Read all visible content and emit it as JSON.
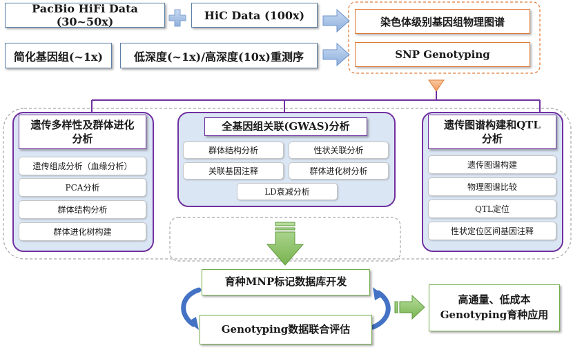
{
  "top_inputs": {
    "pacbio": "PacBio HiFi Data (30~50x)",
    "hic": "HiC Data (100x)",
    "simplified": "简化基因组(~1x)",
    "resequencing": "低深度(~1x)/高深度(10x)重测序"
  },
  "outputs": {
    "chromosome_map": "染色体级别基因组物理图谱",
    "snp": "SNP Genotyping"
  },
  "diversity": {
    "title": "遗传多样性及群体进化分析",
    "items": [
      "遗传组成分析（血缘分析）",
      "PCA分析",
      "群体结构分析",
      "群体进化树构建"
    ]
  },
  "gwas": {
    "title": "全基因组关联(GWAS)分析",
    "items": [
      "群体结构分析",
      "性状关联分析",
      "关联基因注释",
      "群体进化树分析",
      "LD衰减分析"
    ]
  },
  "qtl": {
    "title": "遗传图谱构建和QTL分析",
    "items": [
      "遗传图谱构建",
      "物理图谱比较",
      "QTL定位",
      "性状定位区间基因注释"
    ]
  },
  "bottom": {
    "mnp": "育种MNP标记数据库开发",
    "genotyping_eval": "Genotyping数据联合评估",
    "application": "高通量、低成本Genotyping育种应用"
  },
  "colors": {
    "blue_border": "#5b7fa6",
    "orange": "#e07b39",
    "purple": "#7030a0",
    "panel_fill": "#dbe6f4",
    "green": "#70ad47",
    "arrow_blue": "#4472c4"
  }
}
